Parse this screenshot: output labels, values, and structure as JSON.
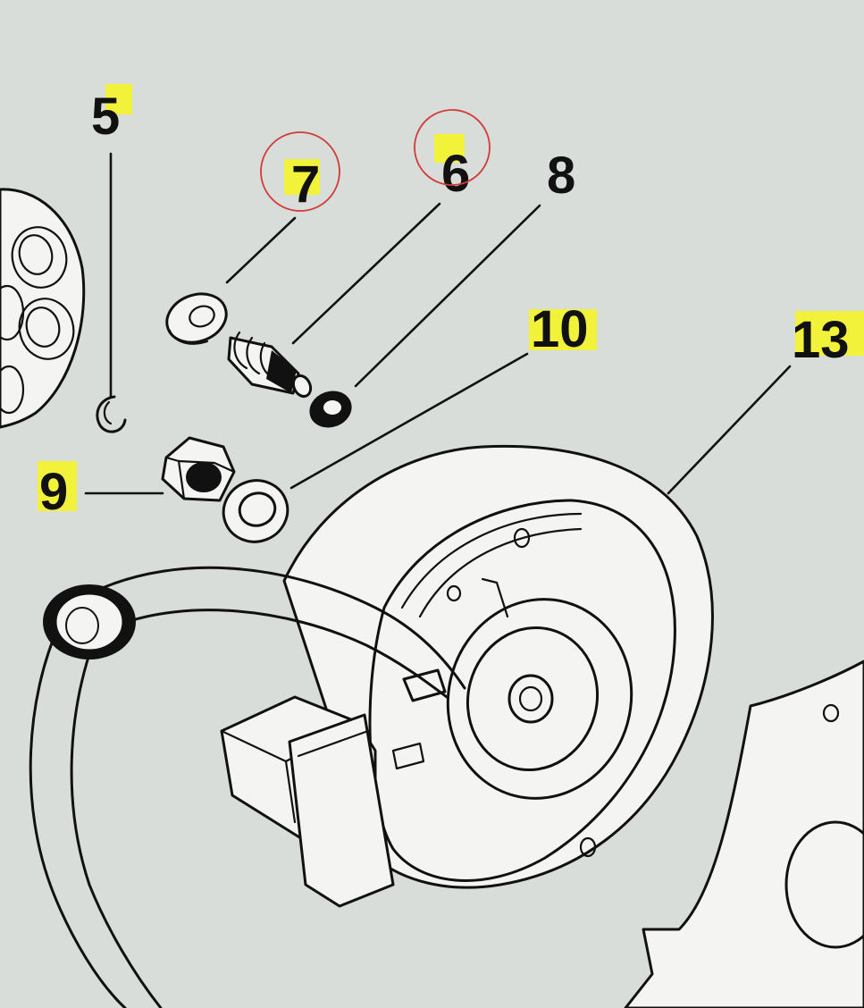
{
  "colors": {
    "background": "#d9ddd9",
    "ink": "#111111",
    "highlight": "#f2f23a",
    "circle_mark": "#d23a3a",
    "part_fill": "#f4f5f3"
  },
  "callouts": [
    {
      "id": "5",
      "label": "5",
      "highlighted": true,
      "circled": false
    },
    {
      "id": "7",
      "label": "7",
      "highlighted": true,
      "circled": true
    },
    {
      "id": "6",
      "label": "6",
      "highlighted": true,
      "circled": true
    },
    {
      "id": "8",
      "label": "8",
      "highlighted": false,
      "circled": false
    },
    {
      "id": "10",
      "label": "10",
      "highlighted": true,
      "circled": false
    },
    {
      "id": "13",
      "label": "13",
      "highlighted": true,
      "circled": false
    },
    {
      "id": "9",
      "label": "9",
      "highlighted": true,
      "circled": false
    }
  ]
}
